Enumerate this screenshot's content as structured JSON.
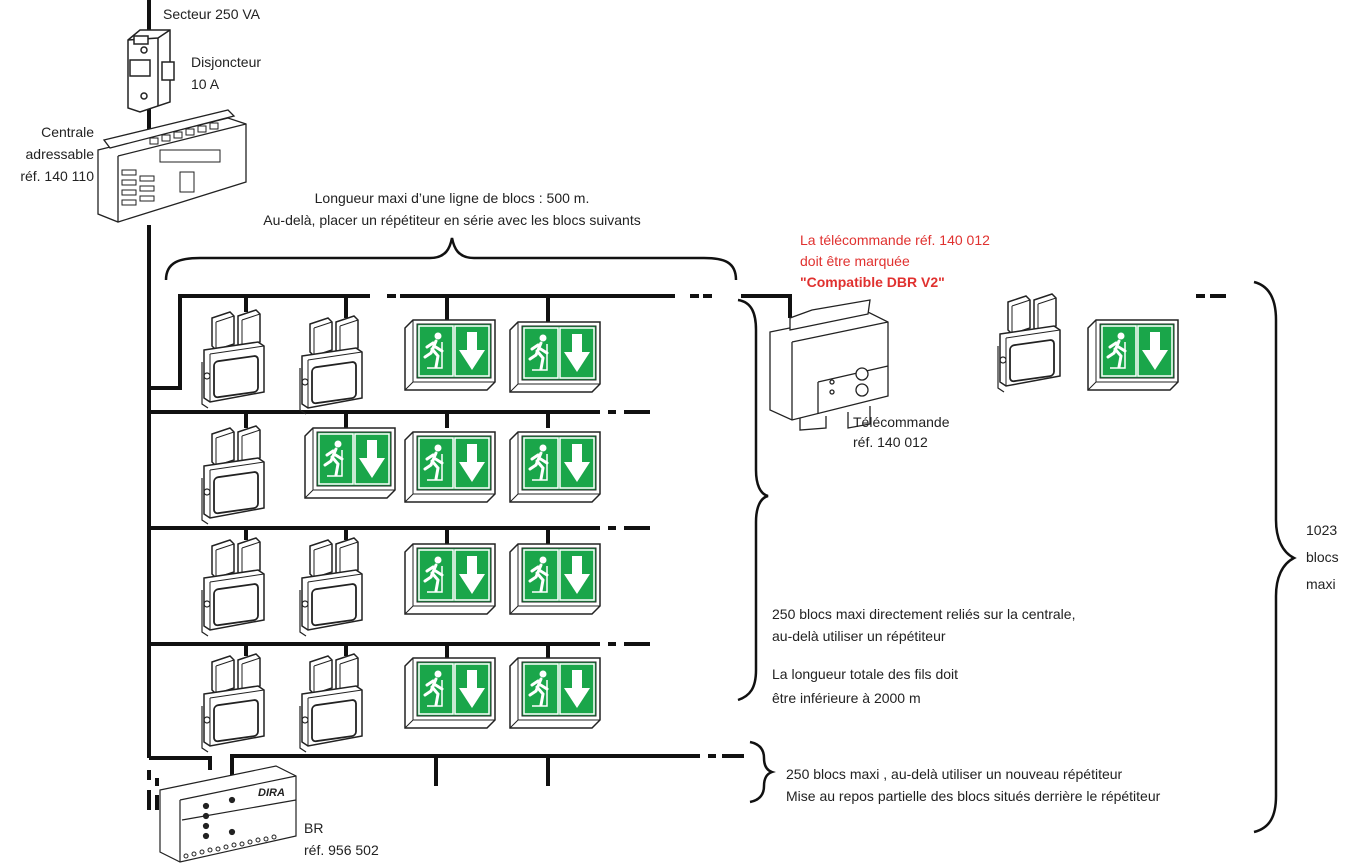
{
  "labels": {
    "secteur": "Secteur 250 VA",
    "disjoncteur_line1": "Disjoncteur",
    "disjoncteur_line2": "10 A",
    "centrale_line1": "Centrale",
    "centrale_line2": "adressable",
    "centrale_line3": "réf. 140 110",
    "longueur_line1": "Longueur maxi d’une ligne de blocs : 500 m.",
    "longueur_line2": "Au-delà, placer un répétiteur en série avec les blocs suivants",
    "telecommande_note_line1": "La télécommande réf. 140 012",
    "telecommande_note_line2": "doit être marquée",
    "telecommande_note_line3": "\"Compatible DBR V2\"",
    "telecommande_line1": "Télécommande",
    "telecommande_line2": "réf. 140 012",
    "total_line1": "1023",
    "total_line2": "blocs",
    "total_line3": "maxi",
    "direct_line1": "250 blocs maxi directement reliés sur la centrale,",
    "direct_line2": "au-delà utiliser un répétiteur",
    "fils_line1": "La longueur totale des fils doit",
    "fils_line2": "être inférieure à 2000 m",
    "repeteur_line1": "250 blocs maxi , au-delà utiliser un  nouveau répétiteur",
    "repeteur_line2": "Mise au repos partielle des blocs situés derrière le répétiteur",
    "br_line1": "BR",
    "br_line2": "réf. 956 502",
    "br_brand": "DIRA"
  },
  "colors": {
    "wire": "#111111",
    "exit_sign_green": "#1aa64a",
    "note_red": "#e0312f"
  },
  "rows": [
    {
      "devices": [
        "twin-spot-block",
        "twin-spot-block",
        "exit-sign",
        "exit-sign"
      ]
    },
    {
      "devices": [
        "twin-spot-block",
        "exit-sign",
        "exit-sign",
        "exit-sign"
      ]
    },
    {
      "devices": [
        "twin-spot-block",
        "twin-spot-block",
        "exit-sign",
        "exit-sign"
      ]
    },
    {
      "devices": [
        "twin-spot-block",
        "twin-spot-block",
        "exit-sign",
        "exit-sign"
      ]
    }
  ]
}
